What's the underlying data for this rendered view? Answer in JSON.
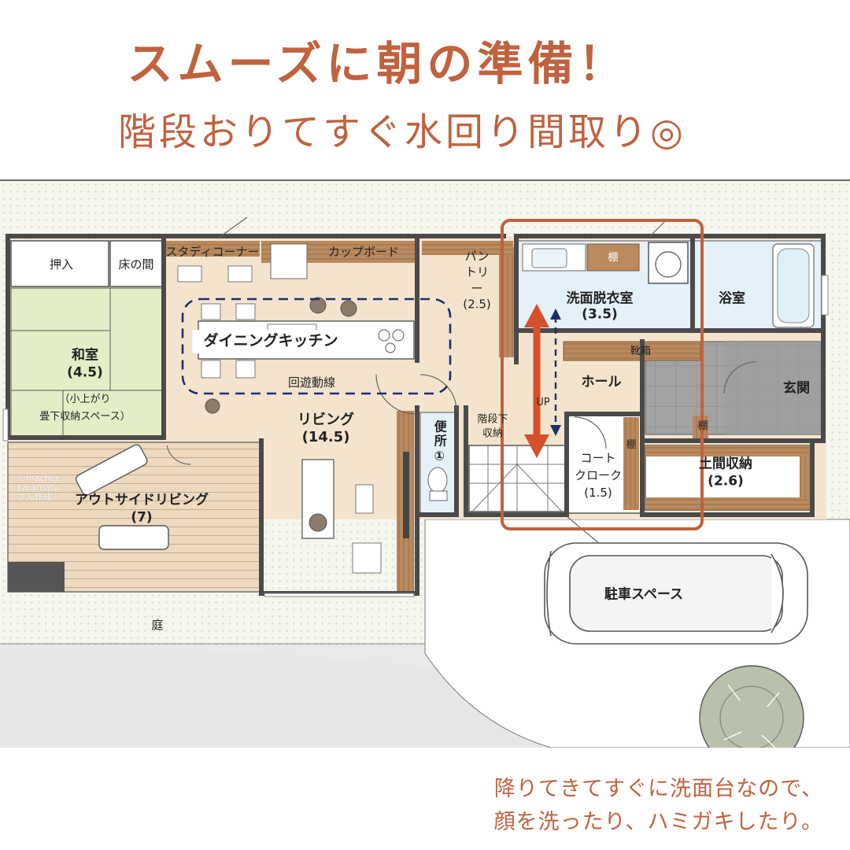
{
  "header": {
    "title": "スムーズに朝の準備！",
    "subtitle": "階段おりてすぐ水回り間取り◎"
  },
  "rooms": {
    "oshiire": "押入",
    "tokonoma": "床の間",
    "study_corner": "スタディコーナー",
    "cupboard": "カップボード",
    "pantry": "パントリー(2.5)",
    "washroom": "洗面脱衣室",
    "washroom_size": "(3.5)",
    "bathroom": "浴室",
    "shelf_wash": "棚",
    "washitsu": "和室",
    "washitsu_size": "(4.5)",
    "washitsu_note_1": "（小上がり",
    "washitsu_note_2": "畳下収納スペース）",
    "dining_kitchen": "ダイニングキッチン",
    "circulation": "回遊動線",
    "living": "リビング",
    "living_size": "(14.5)",
    "toilet": "便所①",
    "under_stairs": "階段下収納",
    "up_mark": "UP",
    "hall": "ホール",
    "shoe_box": "靴箱",
    "genkan": "玄関",
    "shelf_genkan": "棚",
    "coat_closet_1": "コート",
    "coat_closet_2": "クローク",
    "coat_closet_size": "(1.5)",
    "shelf_coat": "棚",
    "doma_storage": "土間収納",
    "doma_storage_size": "(2.6)",
    "outside_living": "アウトサイドリビング",
    "outside_living_size": "(7)",
    "garden": "庭",
    "parking": "駐車スペース"
  },
  "watermark": {
    "line1": "©machee",
    "line2": "karamatu",
    "line3": "さん作成"
  },
  "footer": {
    "note_line1": "降りてきてすぐに洗面台なので、",
    "note_line2": "顔を洗ったり、ハミガキしたり。"
  },
  "colors": {
    "accent": "#c0623e",
    "highlight_frame": "#c0623e",
    "path_dash": "#1e2d6e",
    "floor_wood": "#f3e3cc",
    "floor_tatami": "#e1edc4",
    "floor_water": "#e4f1f9",
    "floor_tile": "#9a9a9a",
    "deck": "#ead6bb"
  }
}
